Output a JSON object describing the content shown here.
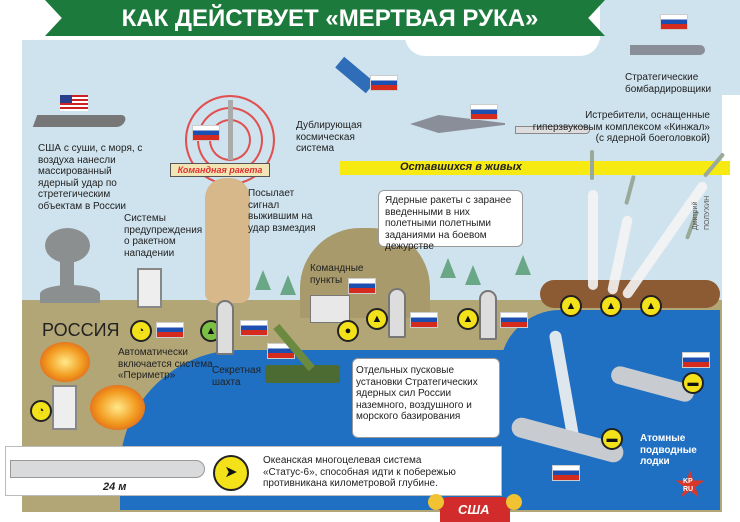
{
  "title": "КАК ДЕЙСТВУЕТ «МЕРТВАЯ РУКА»",
  "colors": {
    "banner": "#1b7a3c",
    "sky": "#cfe3ee",
    "ground": "#b2a676",
    "sea": "#1f6fc2",
    "band": "#f6ea12"
  },
  "labels": {
    "usa_strike": "США с суши, с моря, с воздуха нанесли массированный ядерный удар по стретегическим объектам в России",
    "command_rocket": "Командная ракета",
    "signal": "Посылает сигнал выжившим на удар взмездия",
    "space": "Дублирующая космическая система",
    "bombers": "Стратегические бомбардировщики",
    "fighters": "Истребители, оснащенные гиперзвуковым комплексом «Кинжал» (с ядерной боеголовкой)",
    "survivors": "Оставшихся в живых",
    "warning": "Системы предупреждения о ракетном нападении",
    "command_posts": "Командные пункты",
    "nuclear_missiles": "Ядерные ракеты с заранее введенными в них полетными полетными заданиями на боевом дежурстве",
    "russia": "РОССИЯ",
    "perimeter": "Автоматически включается система «Периметр»",
    "secret_silo": "Секретная шахта",
    "launchers": "Отдельных пусковые установки Стратегических ядерных сил России наземного, воздушного и морского базирования",
    "submarines": "Атомные подводные лодки",
    "status6": "Океанская многоцелевая система «Статус-6», способная идти к побережью противникана километровой глубине.",
    "length": "24 м",
    "usa": "США",
    "credit": "Дмитрий ПОЛУХИН",
    "logo": "KP RU"
  }
}
